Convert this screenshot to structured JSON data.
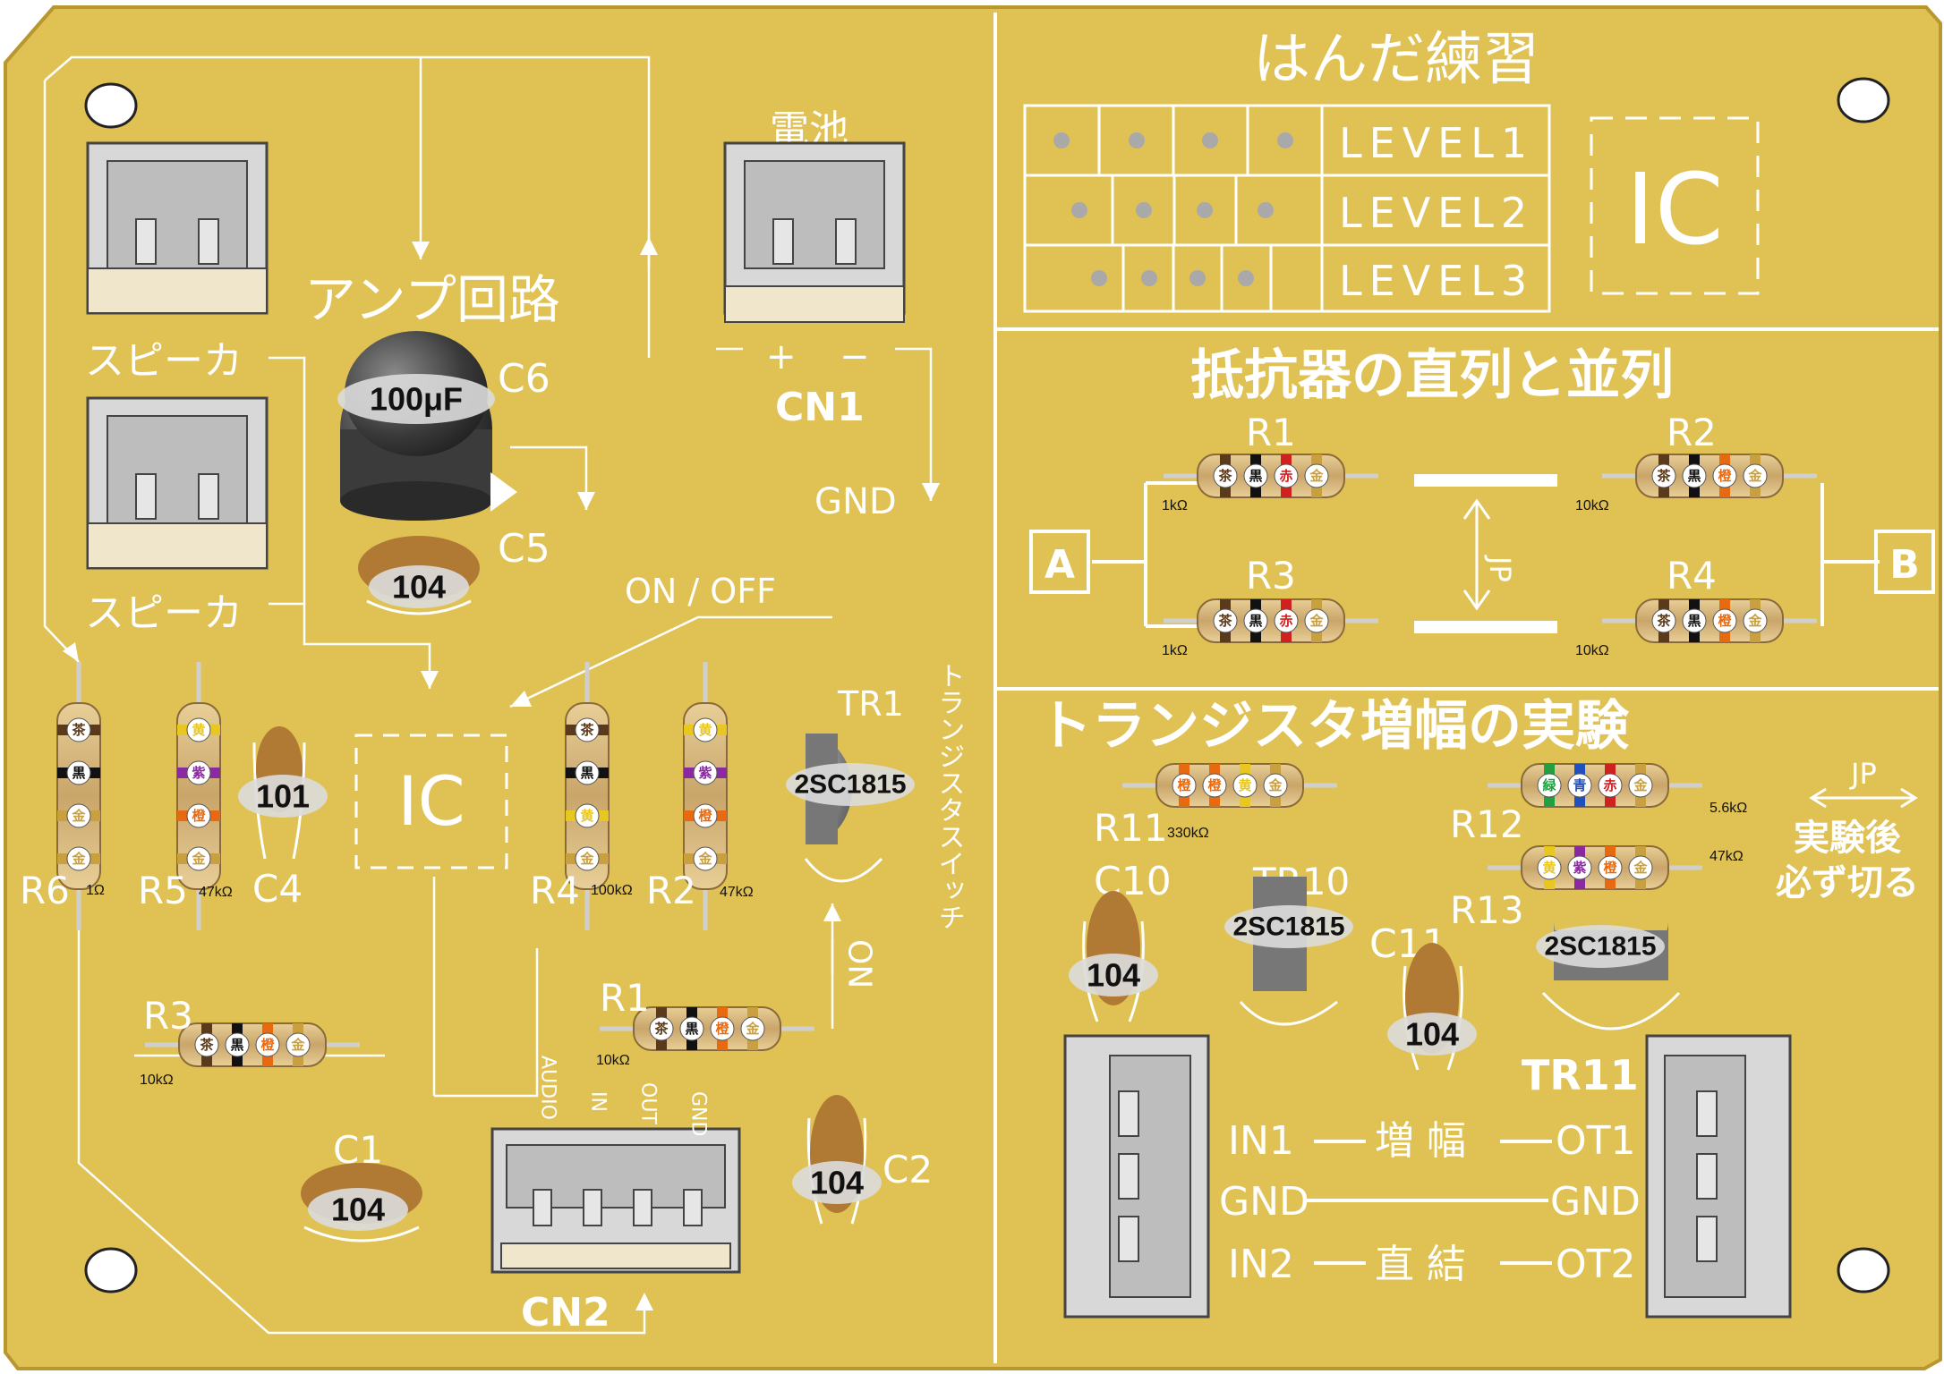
{
  "sections": {
    "soldering_title": "はんだ練習",
    "levels": [
      "LEVEL1",
      "LEVEL2",
      "LEVEL3"
    ],
    "ic_box_right": "IC",
    "series_parallel_title": "抵抗器の直列と並列",
    "transistor_title": "トランジスタ増幅の実験",
    "amp_title": "アンプ回路"
  },
  "amp_section": {
    "speaker_label_1": "スピーカ",
    "speaker_label_2": "スピーカ",
    "battery_label": "電池",
    "plus": "+",
    "minus": "−",
    "cn1": "CN1",
    "gnd": "GND",
    "on_off": "ON / OFF",
    "on": "ON",
    "transistor_switch": "トランジスタスイッチ",
    "ic": "IC",
    "cn2": "CN2",
    "cn2_pins": [
      "AUDIO",
      "IN",
      "OUT",
      "GND"
    ],
    "c6": "C6",
    "c6_value": "100μF",
    "c5": "C5",
    "c5_value": "104",
    "c4": "C4",
    "c4_value": "101",
    "c1": "C1",
    "c1_value": "104",
    "c2": "C2",
    "c2_value": "104",
    "tr1": "TR1",
    "tr1_value": "2SC1815",
    "r6": "R6",
    "r6_value": "1Ω",
    "r6_bands": [
      "茶",
      "黒",
      "金",
      "金"
    ],
    "r5": "R5",
    "r5_value": "47kΩ",
    "r5_bands": [
      "黄",
      "紫",
      "橙",
      "金"
    ],
    "r4": "R4",
    "r4_value": "100kΩ",
    "r4_bands": [
      "茶",
      "黒",
      "黄",
      "金"
    ],
    "r2": "R2",
    "r2_value": "47kΩ",
    "r2_bands": [
      "黄",
      "紫",
      "橙",
      "金"
    ],
    "r3": "R3",
    "r3_value": "10kΩ",
    "r3_bands": [
      "茶",
      "黒",
      "橙",
      "金"
    ],
    "r1": "R1",
    "r1_value": "10kΩ",
    "r1_bands": [
      "茶",
      "黒",
      "橙",
      "金"
    ]
  },
  "series_parallel": {
    "a": "A",
    "b": "B",
    "jp": "JP",
    "r1": "R1",
    "r1_value": "1kΩ",
    "r1_bands": [
      "茶",
      "黒",
      "赤",
      "金"
    ],
    "r2": "R2",
    "r2_value": "10kΩ",
    "r2_bands": [
      "茶",
      "黒",
      "橙",
      "金"
    ],
    "r3": "R3",
    "r3_value": "1kΩ",
    "r3_bands": [
      "茶",
      "黒",
      "赤",
      "金"
    ],
    "r4": "R4",
    "r4_value": "10kΩ",
    "r4_bands": [
      "茶",
      "黒",
      "橙",
      "金"
    ]
  },
  "transistor_amp": {
    "r11": "R11",
    "r11_value": "330kΩ",
    "r11_bands": [
      "橙",
      "橙",
      "黄",
      "金"
    ],
    "r12": "R12",
    "r12_value": "5.6kΩ",
    "r12_bands": [
      "緑",
      "青",
      "赤",
      "金"
    ],
    "r13": "R13",
    "r13_value": "47kΩ",
    "r13_bands": [
      "黄",
      "紫",
      "橙",
      "金"
    ],
    "c10": "C10",
    "c10_value": "104",
    "c11": "C11",
    "c11_value": "104",
    "tr10": "TR10",
    "tr10_value": "2SC1815",
    "tr11": "TR11",
    "tr11_value": "2SC1815",
    "jp": "JP",
    "note_line1": "実験後",
    "note_line2": "必ず切る",
    "rows": [
      {
        "in": "IN1",
        "mid": "増 幅",
        "out": "OT1"
      },
      {
        "in": "GND",
        "mid": "",
        "out": "GND"
      },
      {
        "in": "IN2",
        "mid": "直 結",
        "out": "OT2"
      }
    ]
  },
  "colors": {
    "board": "#e0c153",
    "silk": "#ffffff",
    "resistor_body": "#d7b56f"
  }
}
